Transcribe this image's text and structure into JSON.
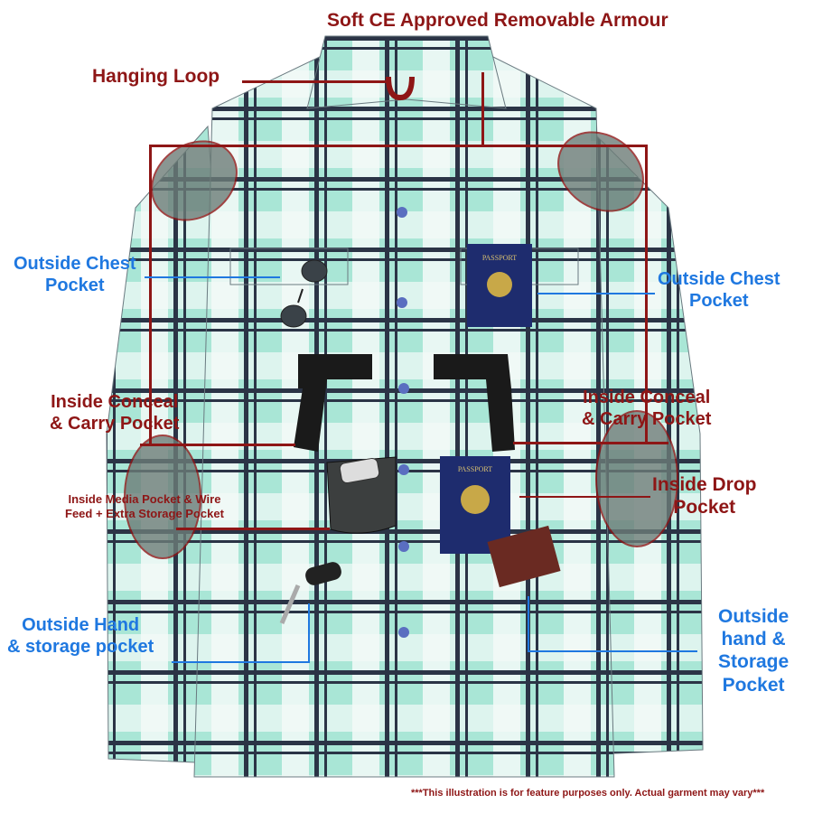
{
  "labels": {
    "armour": "Soft CE Approved Removable Armour",
    "hanging_loop": "Hanging Loop",
    "outside_chest_left": "Outside Chest\nPocket",
    "outside_chest_right": "Outside Chest\nPocket",
    "inside_conceal_left": "Inside Conceal\n& Carry Pocket",
    "inside_conceal_right": "Inside Conceal\n& Carry Pocket",
    "media_pocket": "Inside Media Pocket & Wire\nFeed + Extra Storage Pocket",
    "inside_drop": "Inside Drop\nPocket",
    "outside_hand_left": "Outside Hand\n& storage pocket",
    "outside_hand_right": "Outside\nhand &\nStorage\nPocket"
  },
  "disclaimer": "***This illustration is for feature purposes only.  Actual garment may vary***",
  "passport_text": "PASSPORT",
  "colors": {
    "label_red": "#8e1616",
    "label_blue": "#1f78e0",
    "plaid_mint": "#a9e6d6",
    "plaid_dark": "#2b3446"
  }
}
